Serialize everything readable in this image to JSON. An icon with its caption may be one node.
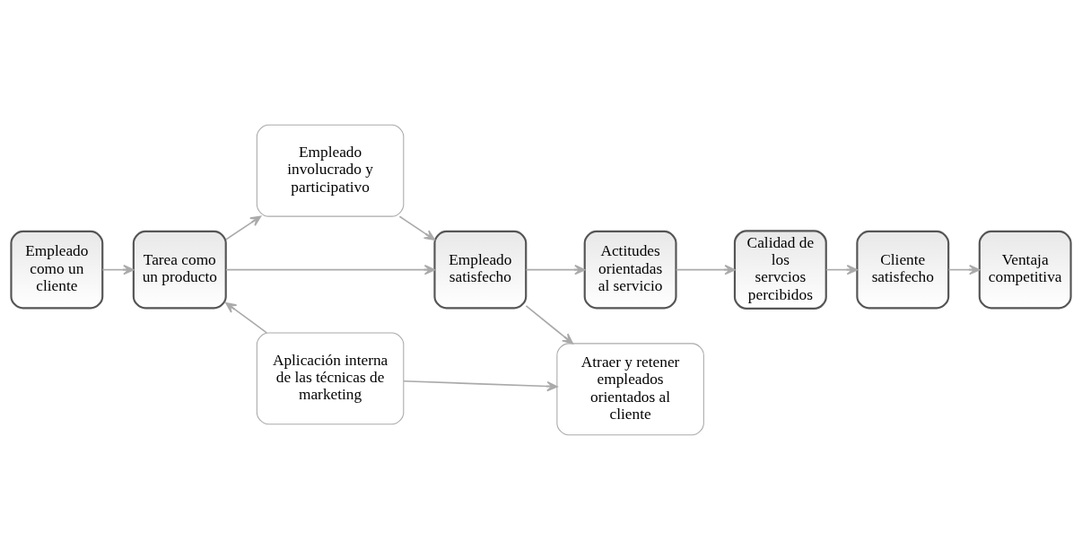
{
  "diagram": {
    "nodes": [
      {
        "text": [
          "Empleado como un cliente"
        ]
      },
      {
        "text": [
          "Tarea como un producto"
        ]
      },
      {
        "text": [
          "Empleado involucrado y participativo"
        ]
      },
      {
        "text": [
          "Empleado satisfecho"
        ]
      },
      {
        "text": [
          "Actitudes orientadas al servicio"
        ]
      },
      {
        "text": [
          "Calidad de los servcios percibidos"
        ]
      },
      {
        "text": [
          "Cliente satisfecho"
        ]
      },
      {
        "text": [
          "Ventaja competitiva"
        ]
      },
      {
        "text": [
          "Aplicación interna de las técnicas de marketing"
        ]
      },
      {
        "text": [
          "Atraer y retener empleados orientados al cliente"
        ]
      }
    ],
    "edges": [
      {
        "from": 0,
        "to": 1,
        "arrow": "to"
      },
      {
        "from": 1,
        "to": 2,
        "arrow": "to"
      },
      {
        "from": 2,
        "to": 3,
        "arrow": "to"
      },
      {
        "from": 1,
        "to": 3,
        "arrow": "to"
      },
      {
        "from": 3,
        "to": 4,
        "arrow": "to"
      },
      {
        "from": 4,
        "to": 5,
        "arrow": "to"
      },
      {
        "from": 5,
        "to": 6,
        "arrow": "to"
      },
      {
        "from": 6,
        "to": 7,
        "arrow": "to"
      },
      {
        "from": 8,
        "to": 1,
        "arrow": "to"
      },
      {
        "from": 8,
        "to": 9,
        "arrow": "to"
      },
      {
        "from": 3,
        "to": 9,
        "arrow": "to"
      }
    ]
  }
}
